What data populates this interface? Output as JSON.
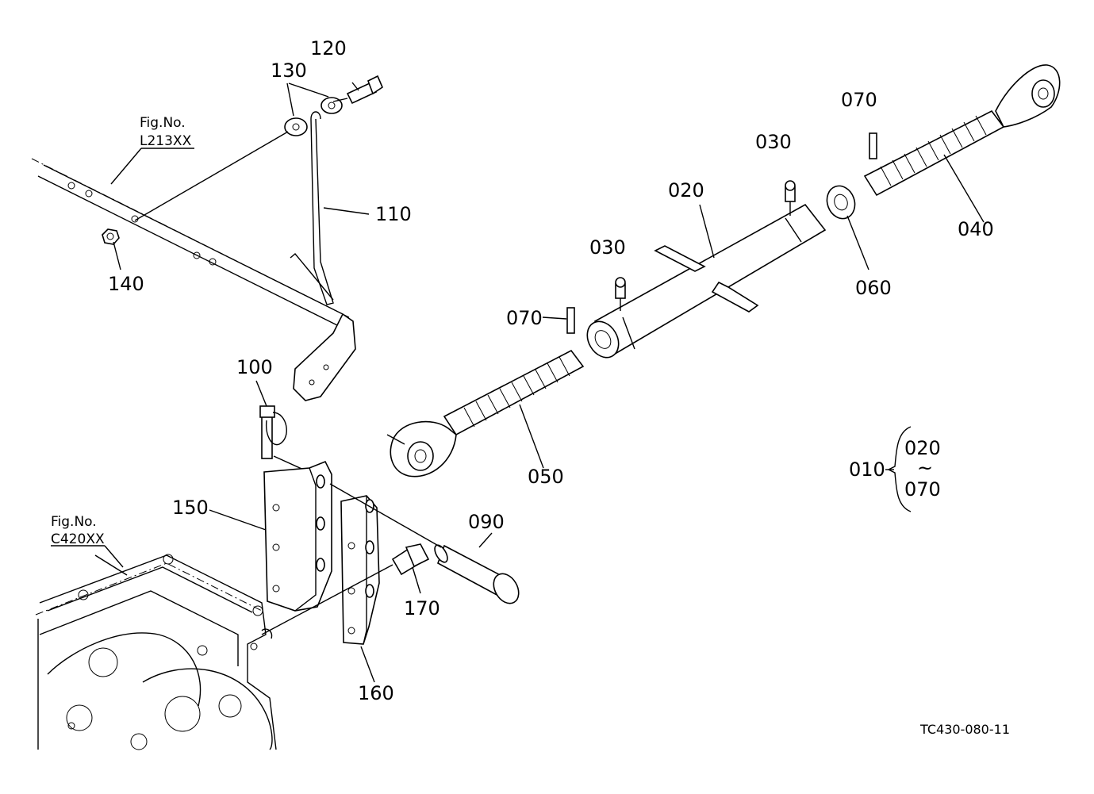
{
  "diagram_code": "TC430-080-11",
  "fig_refs": [
    {
      "line1": "Fig.No.",
      "line2": "L213XX"
    },
    {
      "line1": "Fig.No.",
      "line2": "C420XX"
    }
  ],
  "assembly": {
    "id": "010",
    "from": "020",
    "tilde": "~",
    "to": "070"
  },
  "callouts": [
    "120",
    "130",
    "110",
    "140",
    "100",
    "150",
    "160",
    "170",
    "090",
    "050",
    "070",
    "030",
    "020",
    "030",
    "070",
    "060",
    "040"
  ]
}
